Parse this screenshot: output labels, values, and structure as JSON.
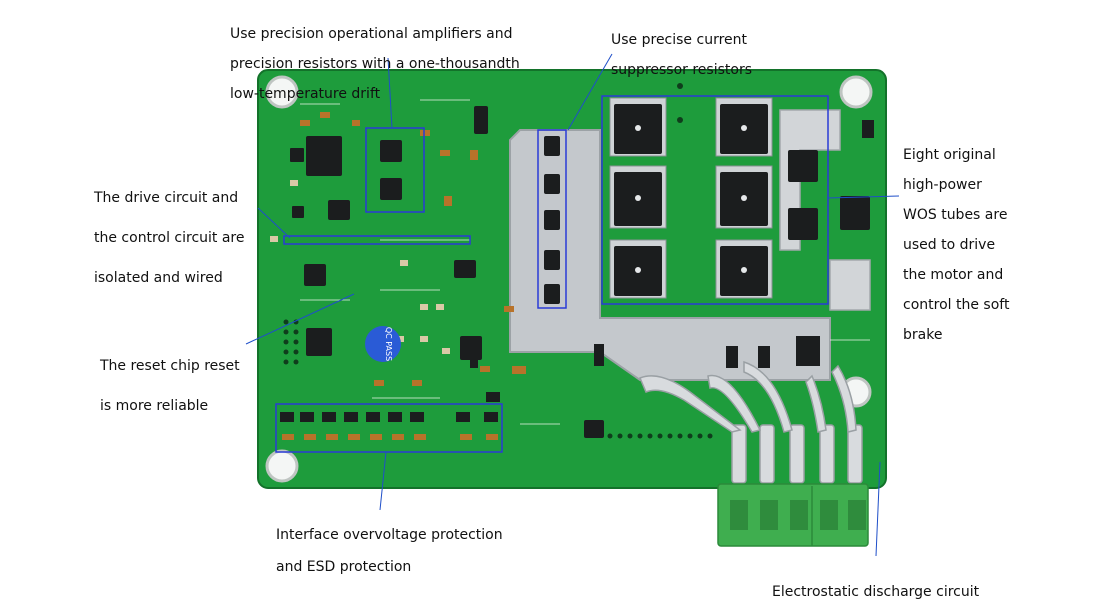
{
  "callouts": {
    "opamp": {
      "lines": [
        "Use precision operational amplifiers and",
        "precision resistors with a one-thousandth",
        "low-temperature drift"
      ]
    },
    "current": {
      "lines": [
        "Use precise current",
        "suppressor resistors"
      ]
    },
    "drive": {
      "lines": [
        "The drive circuit and",
        "the control circuit are",
        "isolated and wired"
      ]
    },
    "mos": {
      "lines": [
        "Eight original",
        "high-power",
        "WOS tubes are",
        "used to drive",
        "the motor and",
        "control the soft",
        "brake"
      ]
    },
    "reset": {
      "lines": [
        "The reset chip reset",
        "is more reliable"
      ]
    },
    "interface": {
      "lines": [
        "Interface overvoltage protection",
        "and ESD protection"
      ]
    },
    "esd": {
      "lines": [
        "Electrostatic discharge circuit"
      ]
    }
  },
  "board": {
    "stamp_text": "QC PASS",
    "colors": {
      "pcb": "#1e9c3c",
      "pcb_dark": "#13722a",
      "silkscreen": "#e8f5e9",
      "highlight": "#2a3bd6",
      "connector": "#3fae4f",
      "metal": "#c9ccd0",
      "pointer": "#1f4fc9"
    }
  }
}
